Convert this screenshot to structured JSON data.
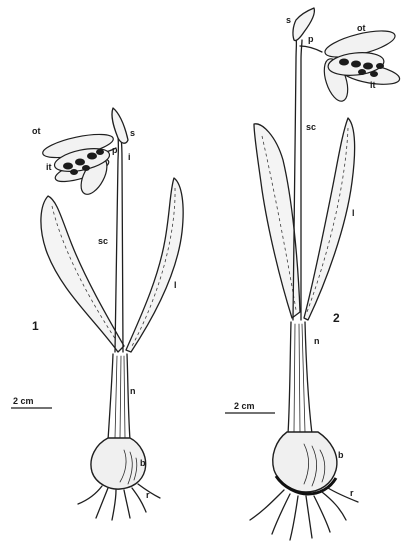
{
  "figure": {
    "plants": [
      {
        "number": "1",
        "labels": {
          "ot": "ot",
          "it": "it",
          "p": "p",
          "s": "s",
          "i_upper": "i",
          "sc": "sc",
          "l": "l",
          "n": "n",
          "b": "b",
          "r": "r"
        },
        "scale": "2 cm"
      },
      {
        "number": "2",
        "labels": {
          "s": "s",
          "p": "p",
          "ot": "ot",
          "it": "it",
          "sc": "sc",
          "l": "l",
          "n": "n",
          "b": "b",
          "r": "r"
        },
        "scale": "2 cm"
      }
    ]
  }
}
